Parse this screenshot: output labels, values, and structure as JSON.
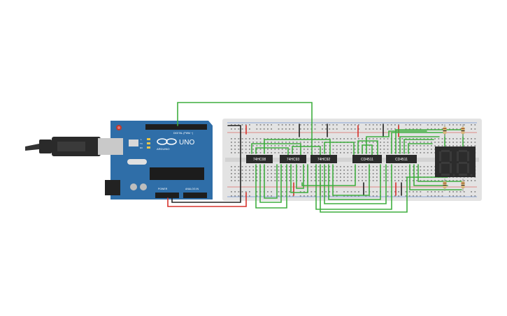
{
  "arduino": {
    "logo_text": "UNO",
    "brand_text": "ARDUINO",
    "digital_label": "DIGITAL (PWM ~)",
    "power_label": "POWER",
    "analog_label": "ANALOG IN",
    "tx_label": "TX",
    "rx_label": "RX",
    "l_label": "L"
  },
  "chips": [
    {
      "label": "74HC08"
    },
    {
      "label": "74HC93"
    },
    {
      "label": "74HC92"
    },
    {
      "label": "CD4511"
    },
    {
      "label": "CD4511"
    }
  ],
  "display": {
    "type": "7-segment",
    "digits": 2
  },
  "colors": {
    "board_blue": "#2f6ea8",
    "breadboard": "#e3e3e3",
    "wire_green": "#3fae3f",
    "wire_red": "#d6312b",
    "wire_black": "#222222",
    "chip_body": "#2b2b2b",
    "display_body": "#2c2c2c"
  }
}
